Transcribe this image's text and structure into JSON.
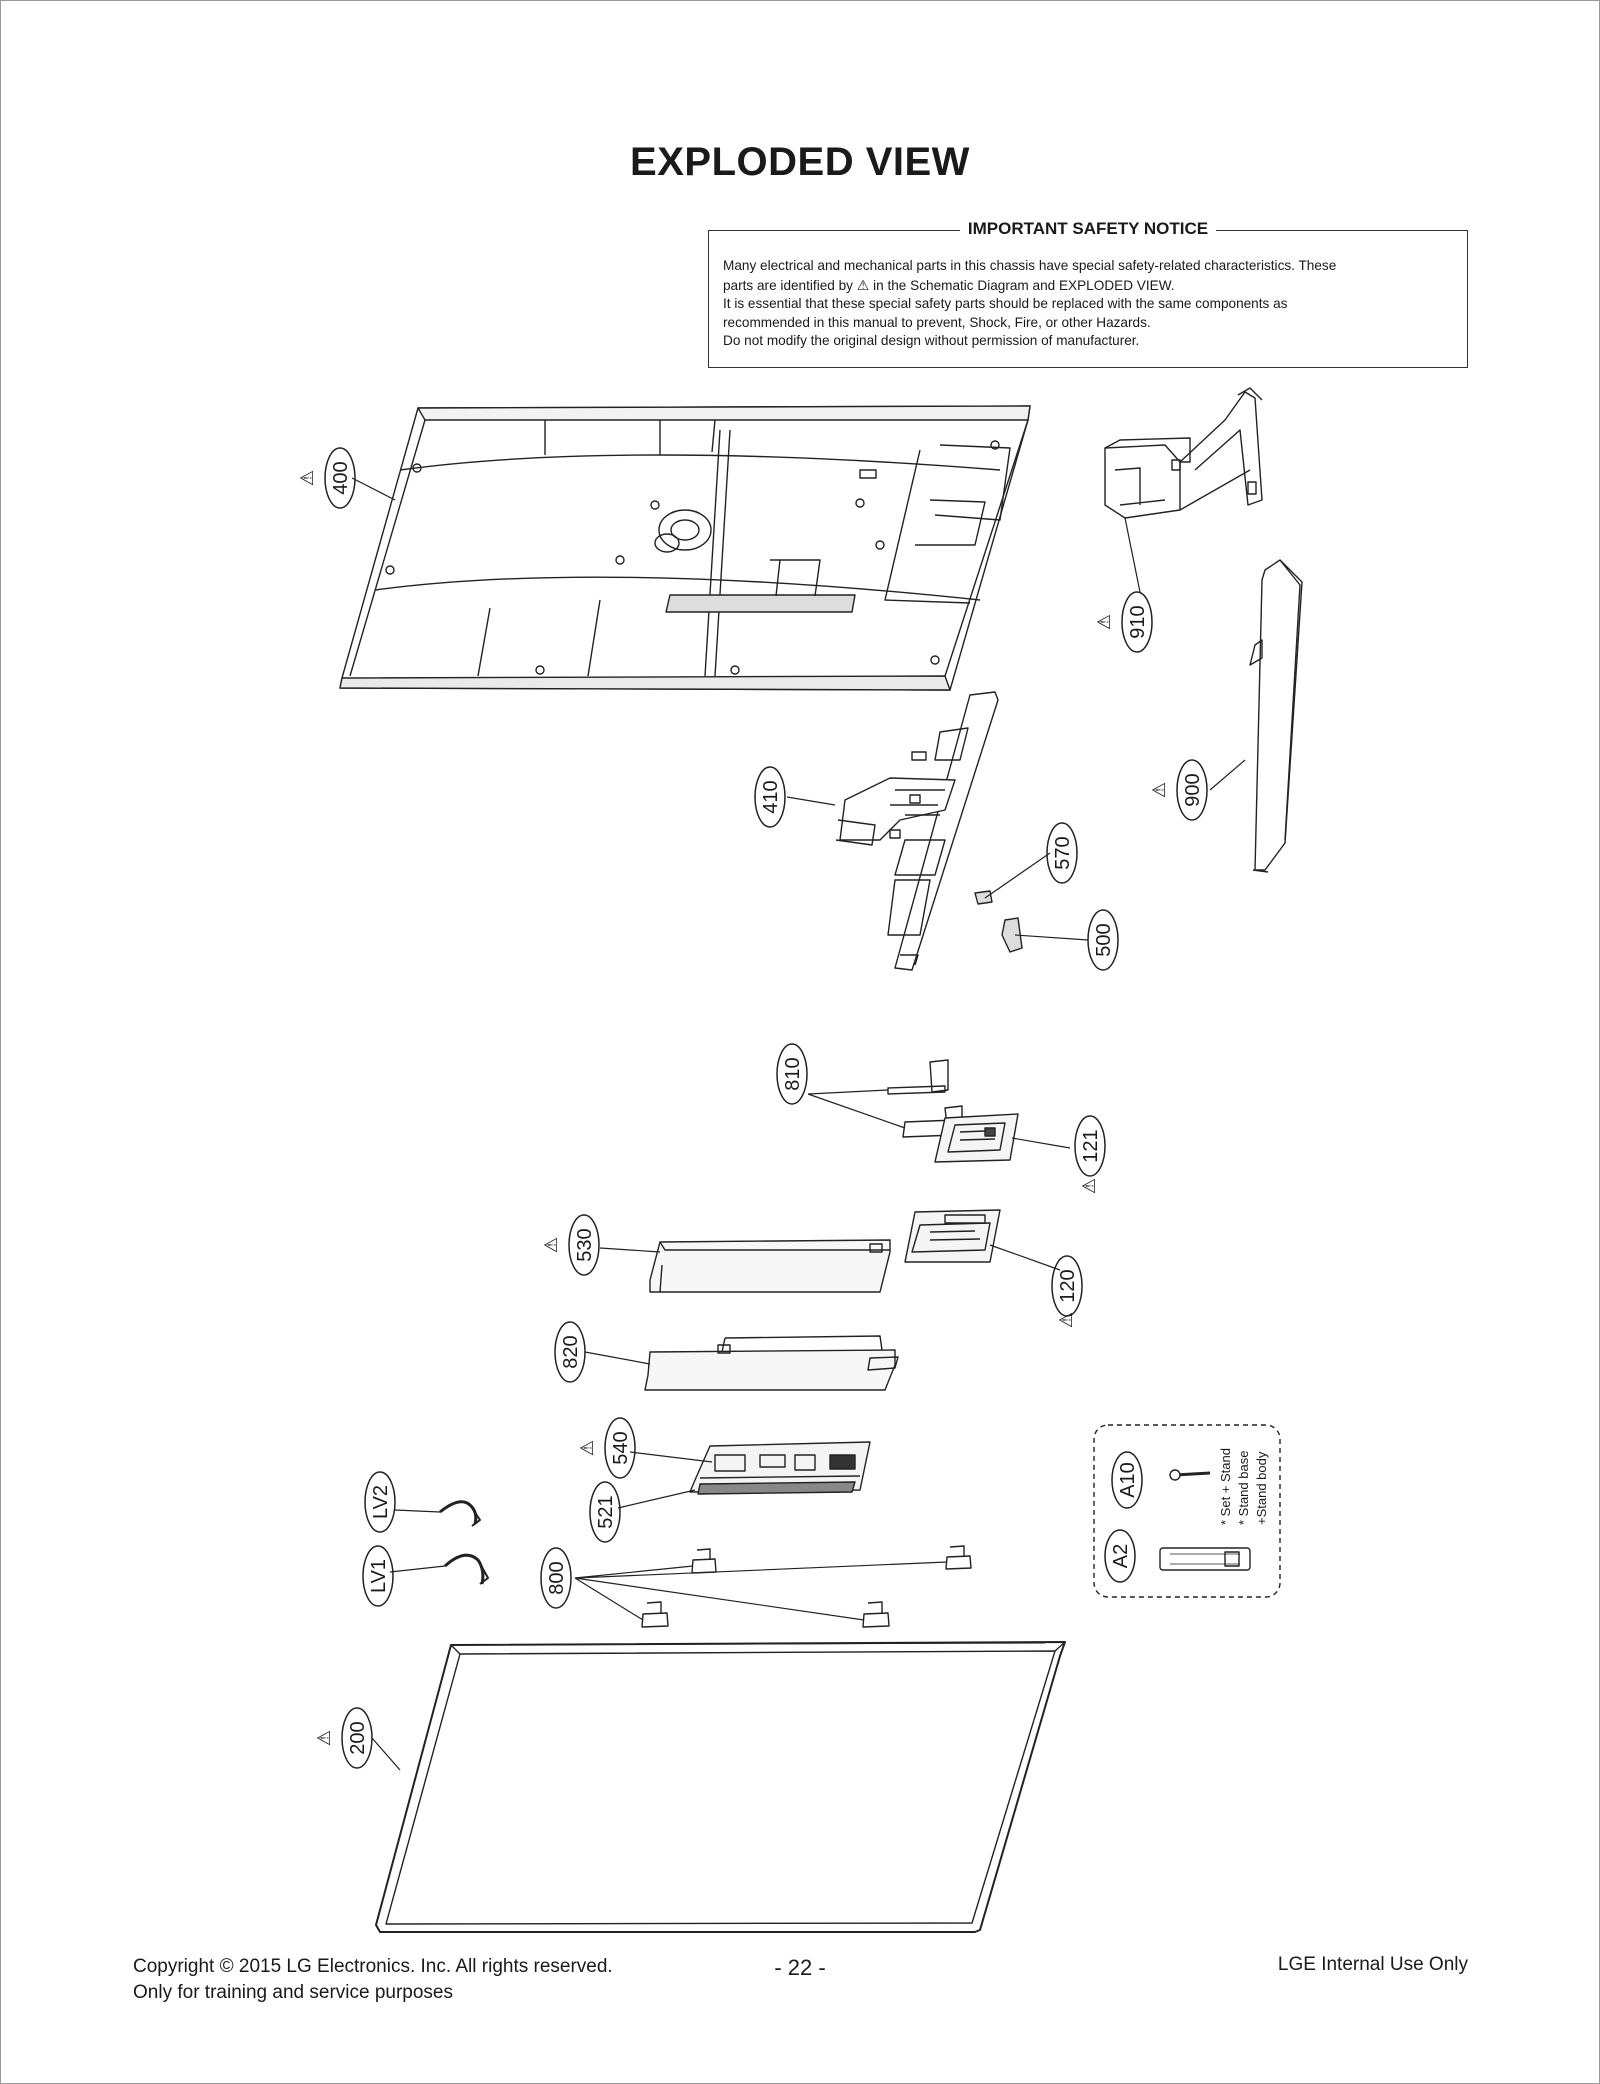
{
  "title": "EXPLODED VIEW",
  "safety_notice": {
    "heading": "IMPORTANT SAFETY NOTICE",
    "line1": "Many electrical and mechanical parts in this chassis have special safety-related characteristics. These",
    "line2_prefix": "parts are identified by",
    "line2_suffix": "in the Schematic Diagram and EXPLODED VIEW.",
    "line3": "It is essential that these special safety parts should be replaced with the same components as",
    "line4": "recommended in this manual to prevent, Shock, Fire, or other Hazards.",
    "line5": "Do not modify the original design without permission of manufacturer.",
    "warning_symbol": "⚠"
  },
  "callouts": {
    "c400": "400",
    "c910": "910",
    "c900": "900",
    "c410": "410",
    "c570": "570",
    "c500": "500",
    "c810": "810",
    "c121": "121",
    "c530": "530",
    "c120": "120",
    "c820": "820",
    "c540": "540",
    "c521": "521",
    "cLV2": "LV2",
    "cLV1": "LV1",
    "c800": "800",
    "c200": "200",
    "cA10": "A10",
    "cA2": "A2"
  },
  "accessory_notes": {
    "line1": "* Set + Stand",
    "line2": "* Stand base",
    "line3": "+Stand body"
  },
  "footer": {
    "copyright": "Copyright  © 2015 LG Electronics. Inc. All rights reserved.",
    "purpose": "Only for training and service purposes",
    "page": "- 22 -",
    "internal": "LGE Internal Use Only"
  }
}
